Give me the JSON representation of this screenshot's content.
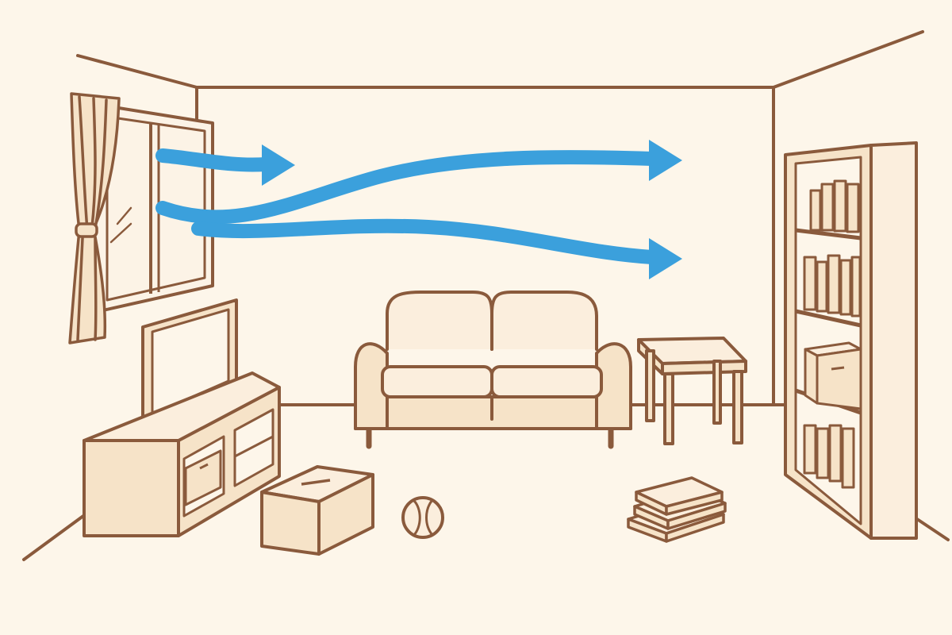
{
  "palette": {
    "background": "#fdf6ea",
    "line": "#8a5a3c",
    "furniture_fill": "#f6e3c8",
    "furniture_fill_light": "#fbeedd",
    "airflow": "#3ba0dc",
    "glass": "#fcf3e6"
  },
  "scene": {
    "airflow_arrows": 3,
    "objects": [
      "window-with-curtain",
      "tv",
      "tv-stand",
      "sofa",
      "side-table",
      "bookshelf",
      "cardboard-box",
      "ball",
      "book-stack"
    ]
  }
}
